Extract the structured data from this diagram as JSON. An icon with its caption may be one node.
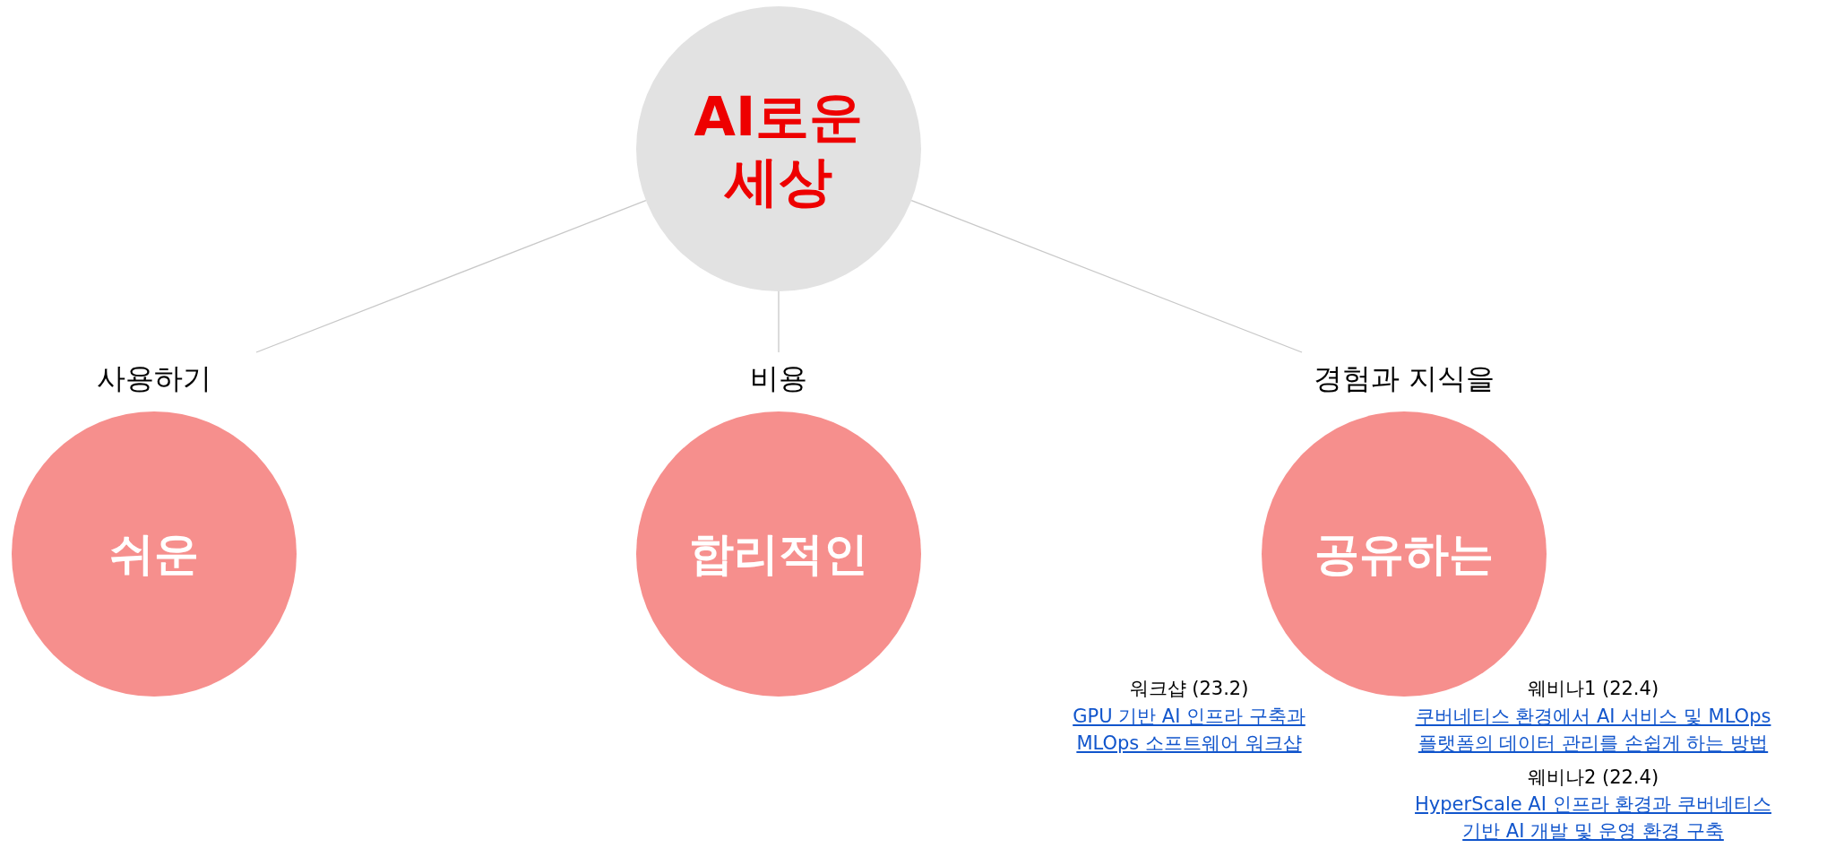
{
  "diagram": {
    "nodes": [
      {
        "text": [
          "AI로운 세상"
        ]
      },
      {
        "text": [
          "사용하기",
          "쉬운"
        ]
      },
      {
        "text": [
          "비용",
          "합리적인"
        ]
      },
      {
        "text": [
          "경험과 지식을",
          "공유하는"
        ]
      }
    ],
    "edges": [
      {
        "from": 0,
        "to": 1,
        "arrow": "none"
      },
      {
        "from": 0,
        "to": 2,
        "arrow": "none"
      },
      {
        "from": 0,
        "to": 3,
        "arrow": "none"
      }
    ],
    "labels": [
      "워크샵 (23.2)",
      "GPU 기반 AI 인프라 구축과 MLOps 소프트웨어 워크샵",
      "웨비나1 (22.4)",
      "쿠버네티스 환경에서 AI 서비스 및 MLOps 플랫폼의 데이터 관리를 손쉽게 하는 방법",
      "웨비나2 (22.4)",
      "HyperScale AI 인프라 환경과 쿠버네티스 기반 AI 개발 및 운영 환경 구축"
    ]
  }
}
